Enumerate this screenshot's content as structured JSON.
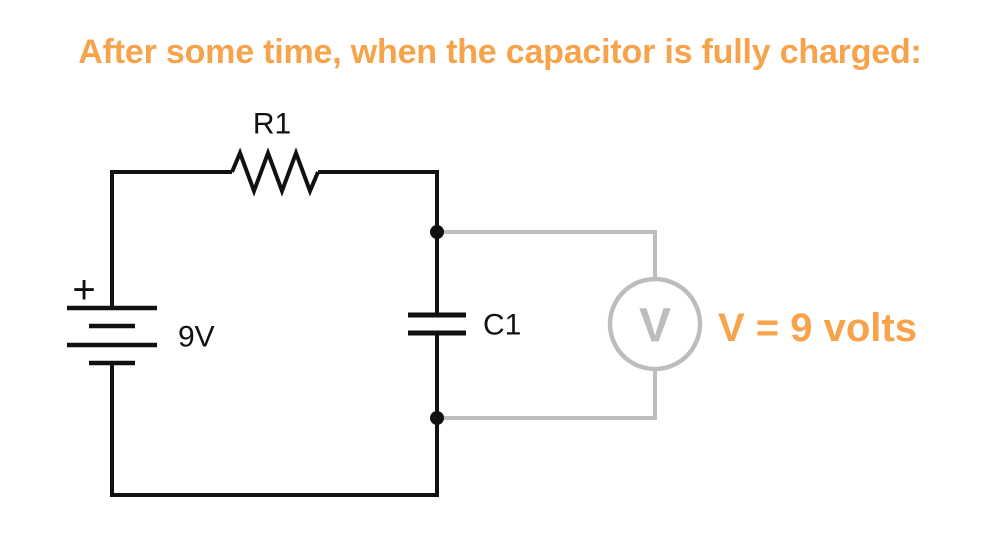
{
  "title": "After some time, when the capacitor is fully charged:",
  "colors": {
    "accent_orange": "#F7A34B",
    "wire_black": "#111111",
    "meter_gray": "#BDBDBD"
  },
  "circuit": {
    "battery": {
      "voltage_label": "9V",
      "polarity_label": "+"
    },
    "resistor": {
      "label": "R1"
    },
    "capacitor": {
      "label": "C1"
    },
    "voltmeter": {
      "letter": "V",
      "reading": "V = 9 volts"
    }
  }
}
